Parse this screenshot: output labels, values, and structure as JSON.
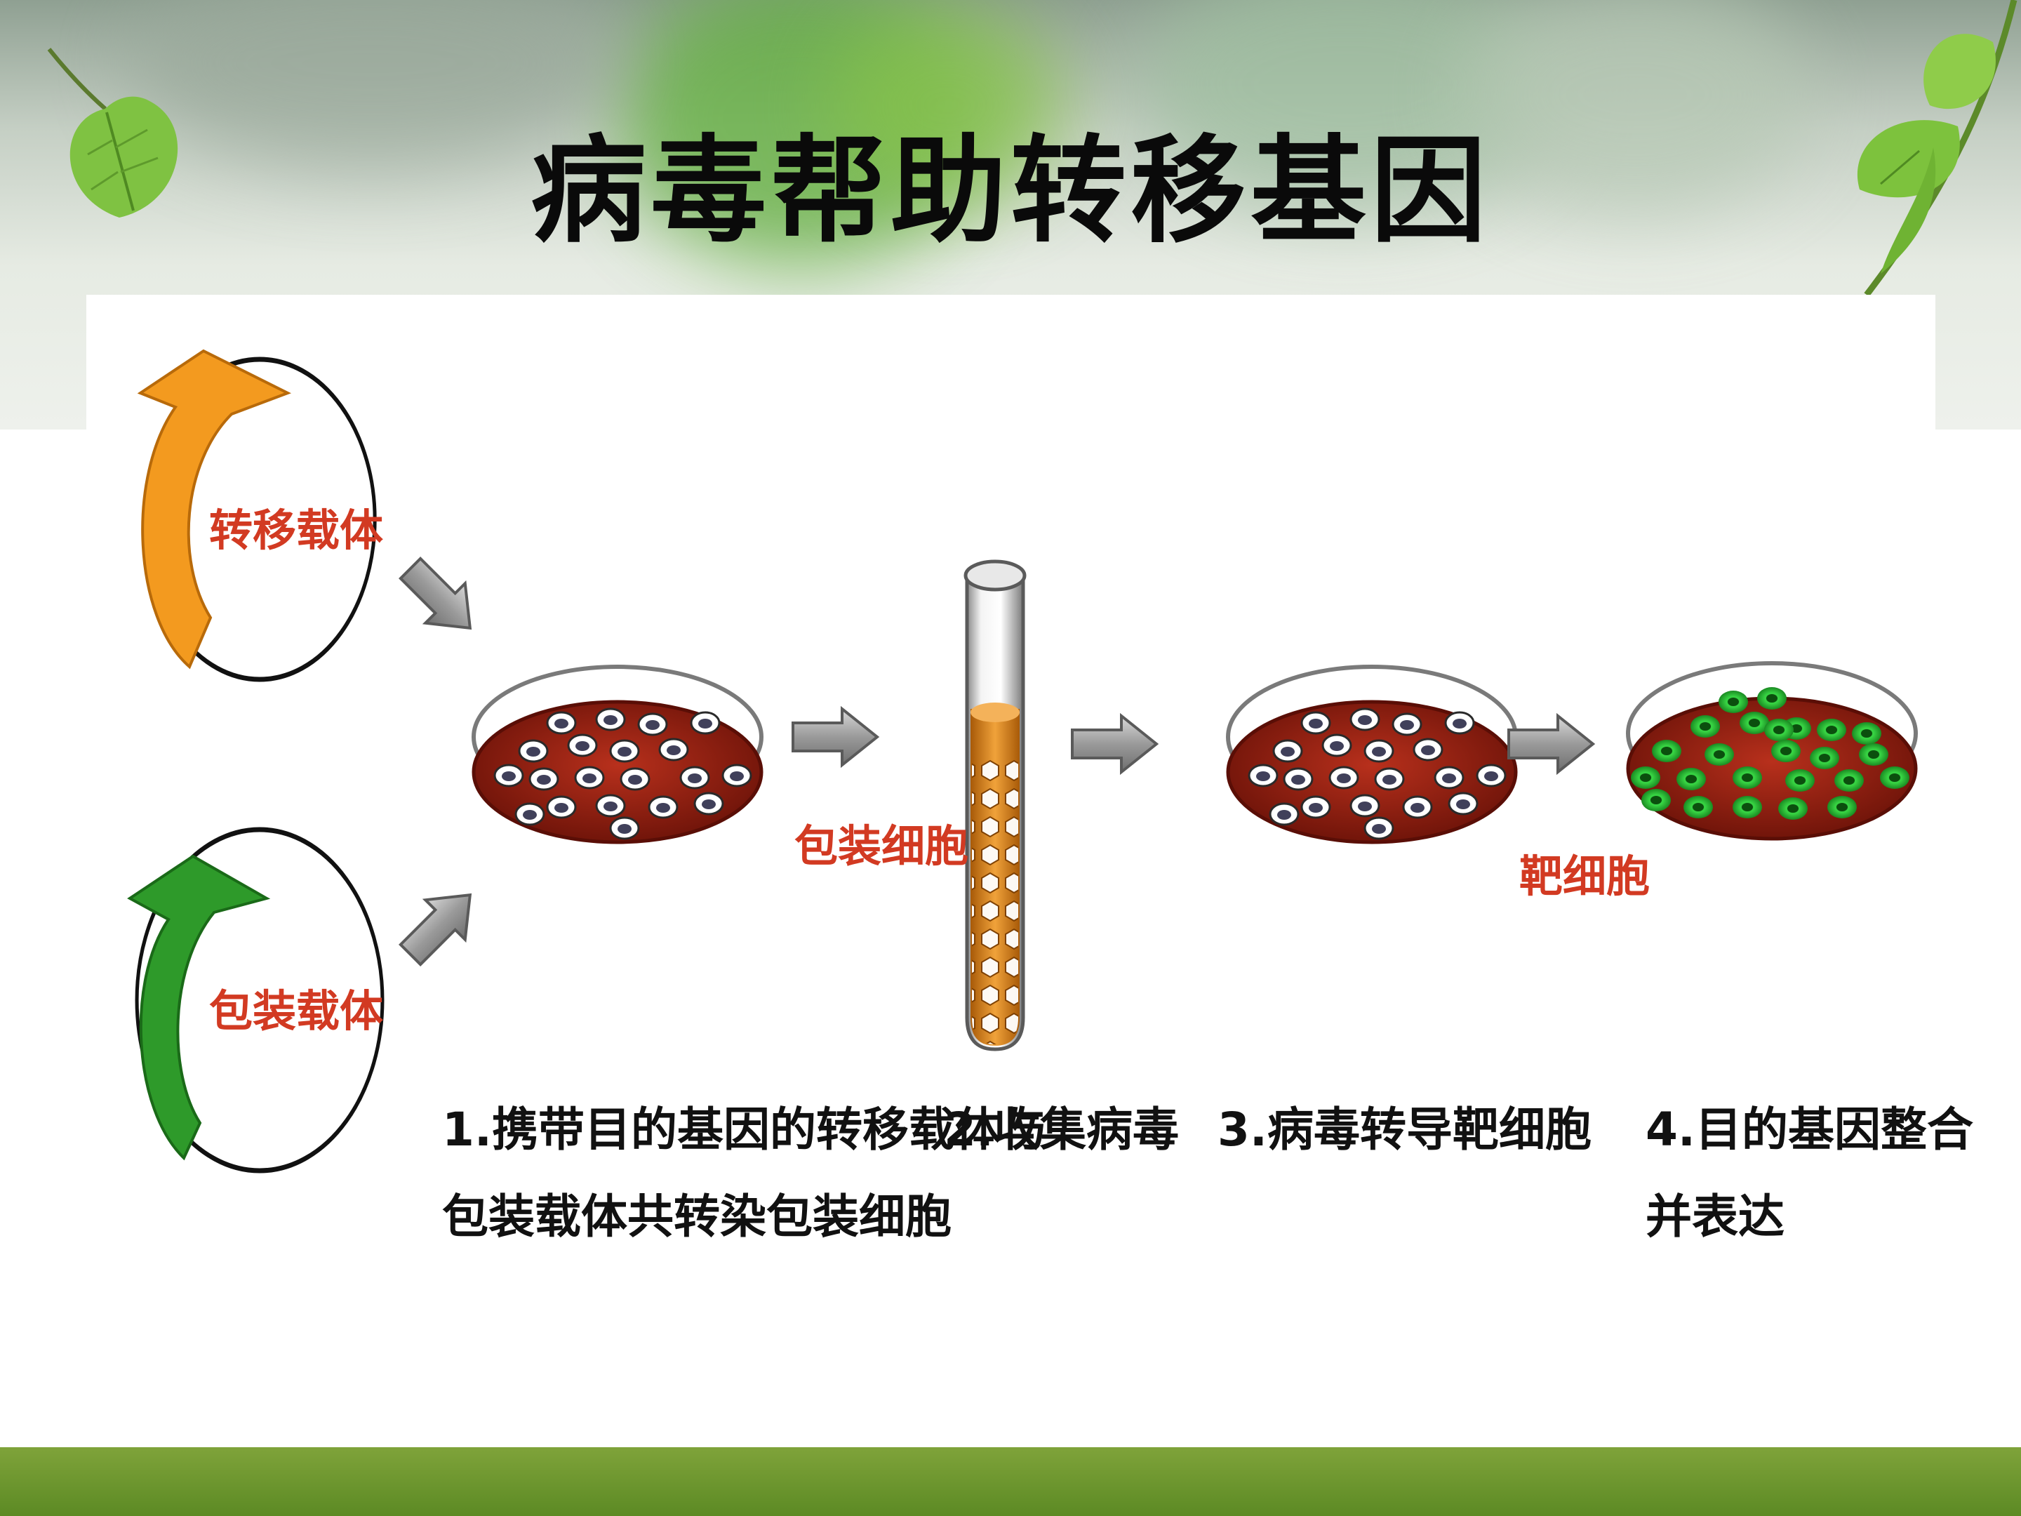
{
  "title": "病毒帮助转移基因",
  "labels": {
    "transfer_vector": "转移载体",
    "packaging_vector": "包装载体",
    "packaging_cell": "包装细胞",
    "target_cell": "靶细胞"
  },
  "steps": {
    "step1_line1": "1.携带目的基因的转移载体与",
    "step1_line2": "包装载体共转染包装细胞",
    "step2": "2.收集病毒",
    "step3": "3.病毒转导靶细胞",
    "step4_line1": "4.目的基因整合",
    "step4_line2": "并表达"
  },
  "colors": {
    "transfer_arrow": "#f39a1f",
    "packaging_arrow": "#2e9a2a",
    "label_red": "#d23a22",
    "dish_medium": "#8e1a0e",
    "expressing_cell": "#2fc93a",
    "footer": "#6a9530"
  },
  "icons": {
    "flow_arrow": "arrow-right-icon",
    "plasmid": "circular-arrow-icon",
    "dish": "petri-dish-icon",
    "tube": "test-tube-icon",
    "leaf": "leaf-icon"
  }
}
